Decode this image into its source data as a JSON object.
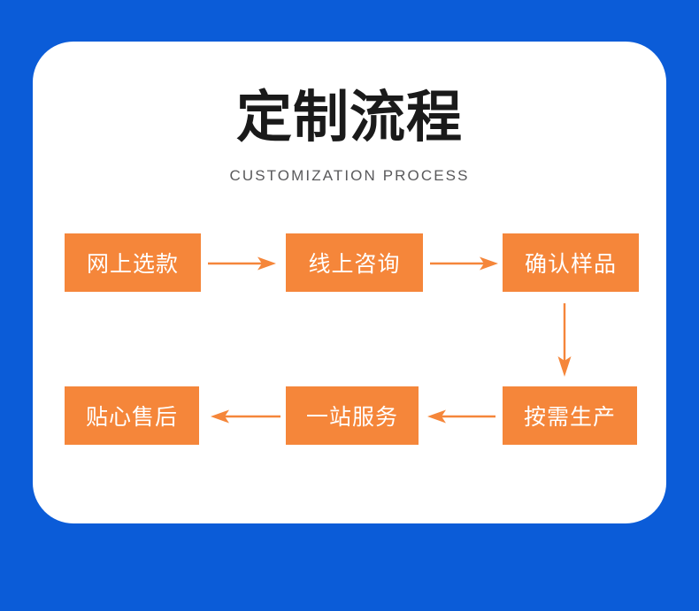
{
  "page": {
    "background_color": "#0B5CD8",
    "card_color": "#FFFFFF",
    "accent_color": "#F5863A",
    "title_color": "#1A1A1A",
    "subtitle_color": "#59595B"
  },
  "header": {
    "title": "定制流程",
    "subtitle": "CUSTOMIZATION PROCESS"
  },
  "flow": {
    "nodes": [
      {
        "id": "node-0",
        "label": "网上选款",
        "row": 1,
        "order": 1
      },
      {
        "id": "node-1",
        "label": "线上咨询",
        "row": 1,
        "order": 2
      },
      {
        "id": "node-2",
        "label": "确认样品",
        "row": 1,
        "order": 3
      },
      {
        "id": "node-3",
        "label": "按需生产",
        "row": 2,
        "order": 4
      },
      {
        "id": "node-4",
        "label": "一站服务",
        "row": 2,
        "order": 5
      },
      {
        "id": "node-5",
        "label": "贴心售后",
        "row": 2,
        "order": 6
      }
    ],
    "connectors": [
      {
        "id": "arrow-0",
        "from": "node-0",
        "to": "node-1",
        "direction": "right"
      },
      {
        "id": "arrow-1",
        "from": "node-1",
        "to": "node-2",
        "direction": "right"
      },
      {
        "id": "arrow-2",
        "from": "node-2",
        "to": "node-3",
        "direction": "down"
      },
      {
        "id": "arrow-3",
        "from": "node-3",
        "to": "node-4",
        "direction": "left"
      },
      {
        "id": "arrow-4",
        "from": "node-4",
        "to": "node-5",
        "direction": "left"
      }
    ]
  }
}
